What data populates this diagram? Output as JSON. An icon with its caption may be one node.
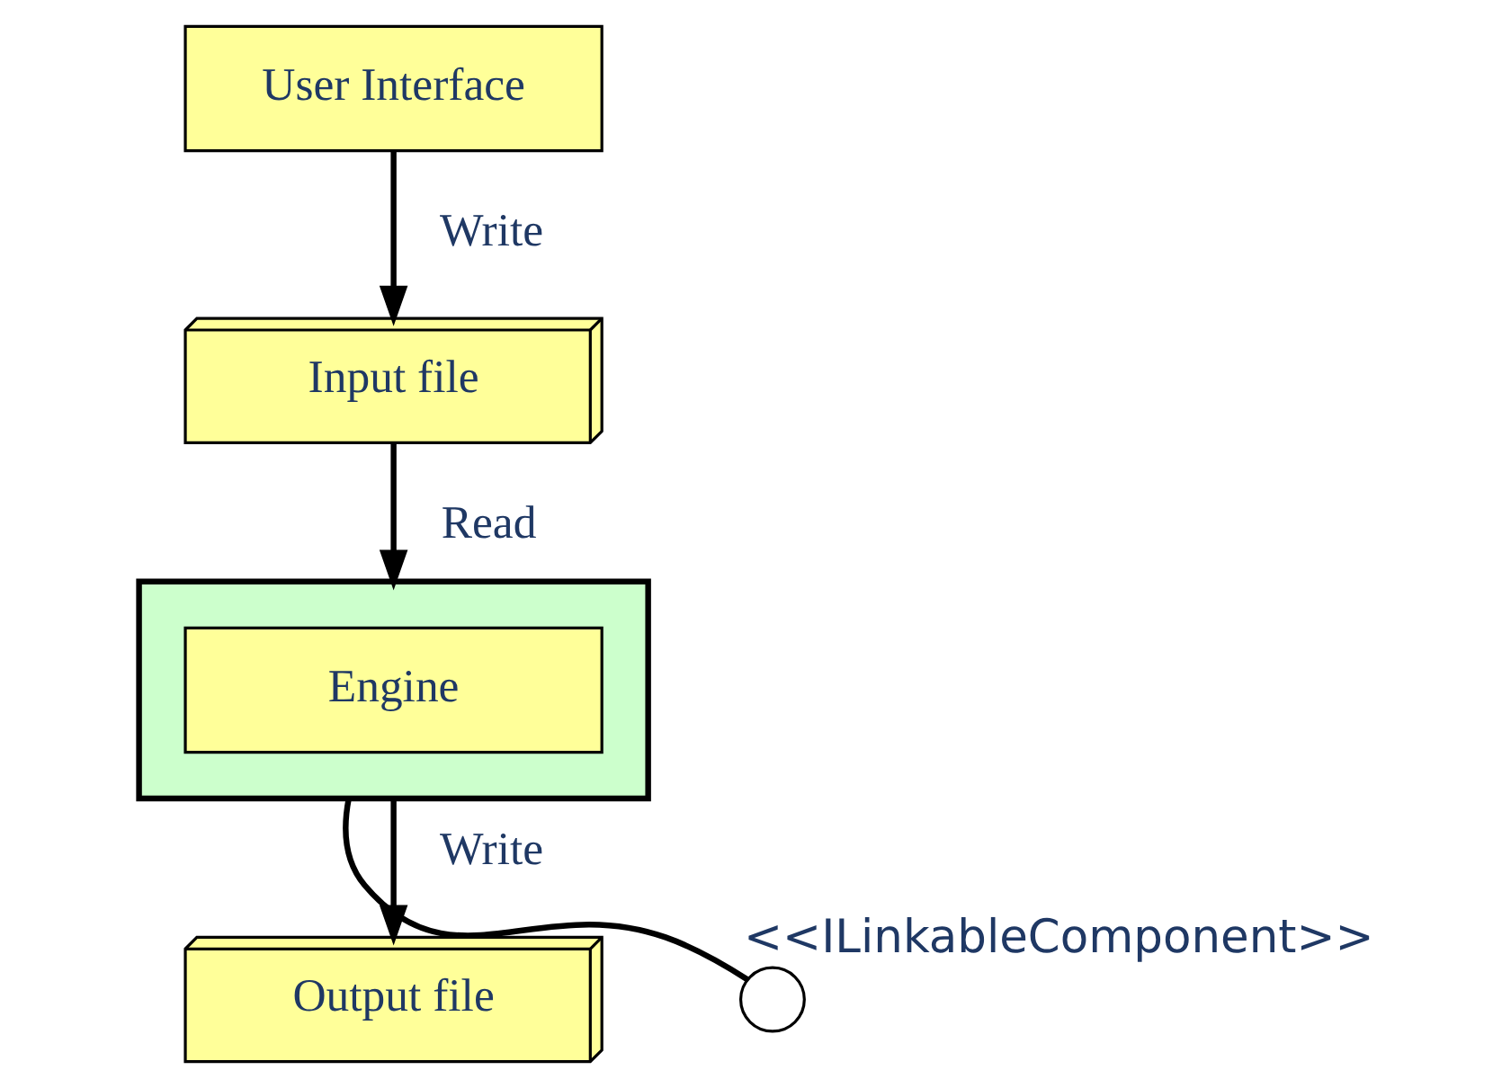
{
  "diagram": {
    "nodes": [
      {
        "text": [
          "User Interface"
        ]
      },
      {
        "text": [
          "Input file"
        ]
      },
      {
        "text": [],
        "shape": "box"
      },
      {
        "text": [
          "Engine"
        ],
        "in": 2
      },
      {
        "text": [],
        "shape": "circle",
        "beside": [
          "<<ILinkableComponent>>"
        ]
      },
      {
        "text": [
          "Output file"
        ]
      }
    ],
    "edges": [
      {
        "from": 0,
        "to": 1,
        "arrow": "to",
        "label": "Write"
      },
      {
        "from": 1,
        "to": 2,
        "arrow": "to",
        "label": "Read"
      },
      {
        "from": 2,
        "to": 4,
        "arrow": "none"
      },
      {
        "from": 2,
        "to": 5,
        "arrow": "to",
        "label": "Write"
      }
    ]
  }
}
